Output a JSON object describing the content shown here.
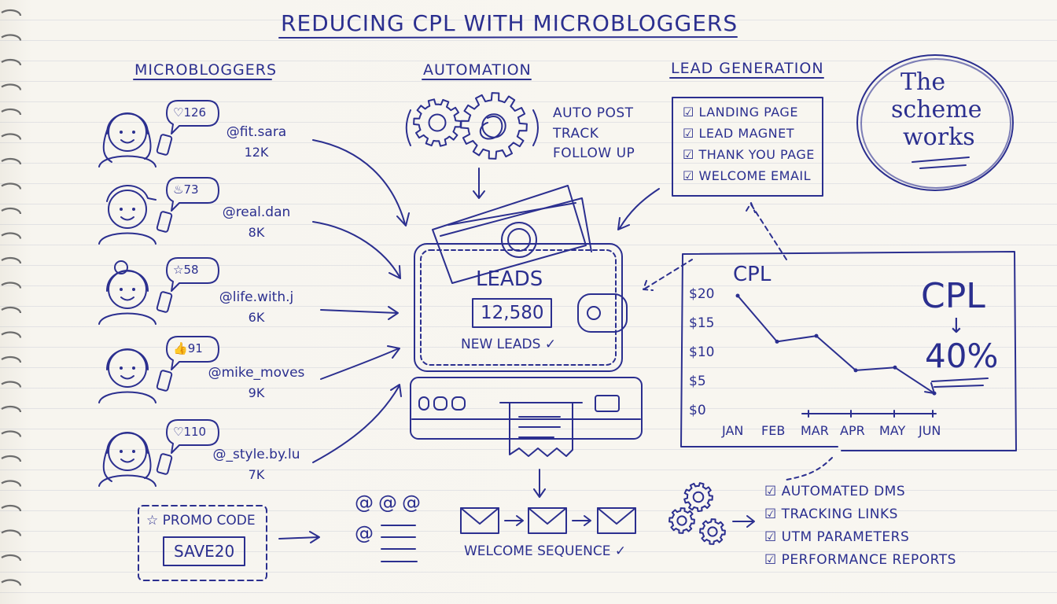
{
  "title": "REDUCING CPL WITH MICROBLOGGERS",
  "sections": {
    "microbloggers": "MICROBLOGGERS",
    "automation": "AUTOMATION",
    "lead_generation": "LEAD GENERATION"
  },
  "bloggers": [
    {
      "handle": "@fit.sara",
      "followers": "12K",
      "bubble": "126",
      "bubble_icon": "heart-icon"
    },
    {
      "handle": "@real.dan",
      "followers": "8K",
      "bubble": "73",
      "bubble_icon": "flame-icon"
    },
    {
      "handle": "@life.with.j",
      "followers": "6K",
      "bubble": "58",
      "bubble_icon": "star-icon"
    },
    {
      "handle": "@mike_moves",
      "followers": "9K",
      "bubble": "91",
      "bubble_icon": "thumbs-up-icon"
    },
    {
      "handle": "@_style.by.lu",
      "followers": "7K",
      "bubble": "110",
      "bubble_icon": "heart-icon"
    }
  ],
  "automation_items": [
    "AUTO POST",
    "TRACK",
    "FOLLOW UP"
  ],
  "lead_gen_items": [
    "LANDING PAGE",
    "LEAD MAGNET",
    "THANK YOU PAGE",
    "WELCOME EMAIL"
  ],
  "circle_note": [
    "The",
    "scheme",
    "works"
  ],
  "wallet": {
    "label": "LEADS",
    "count": "12,580",
    "sub": "NEW LEADS"
  },
  "cpl_chart_label": "CPL",
  "cpl_callout": {
    "label": "CPL",
    "arrow": "↓",
    "value": "40%"
  },
  "chart_data": {
    "type": "line",
    "title": "CPL",
    "categories": [
      "JAN",
      "FEB",
      "MAR",
      "APR",
      "MAY",
      "JUN"
    ],
    "y_ticks": [
      "$20",
      "$15",
      "$10",
      "$5",
      "$0"
    ],
    "ylim": [
      0,
      20
    ],
    "values": [
      20,
      12,
      13,
      7,
      7.5,
      3
    ],
    "grid": false
  },
  "promo": {
    "label": "PROMO CODE",
    "code": "SAVE20"
  },
  "welcome": "WELCOME SEQUENCE",
  "automation_checklist": [
    "AUTOMATED DMS",
    "TRACKING LINKS",
    "UTM PARAMETERS",
    "PERFORMANCE REPORTS"
  ],
  "colors": {
    "ink": "#2b2f8f",
    "paper": "#f8f6f1"
  }
}
